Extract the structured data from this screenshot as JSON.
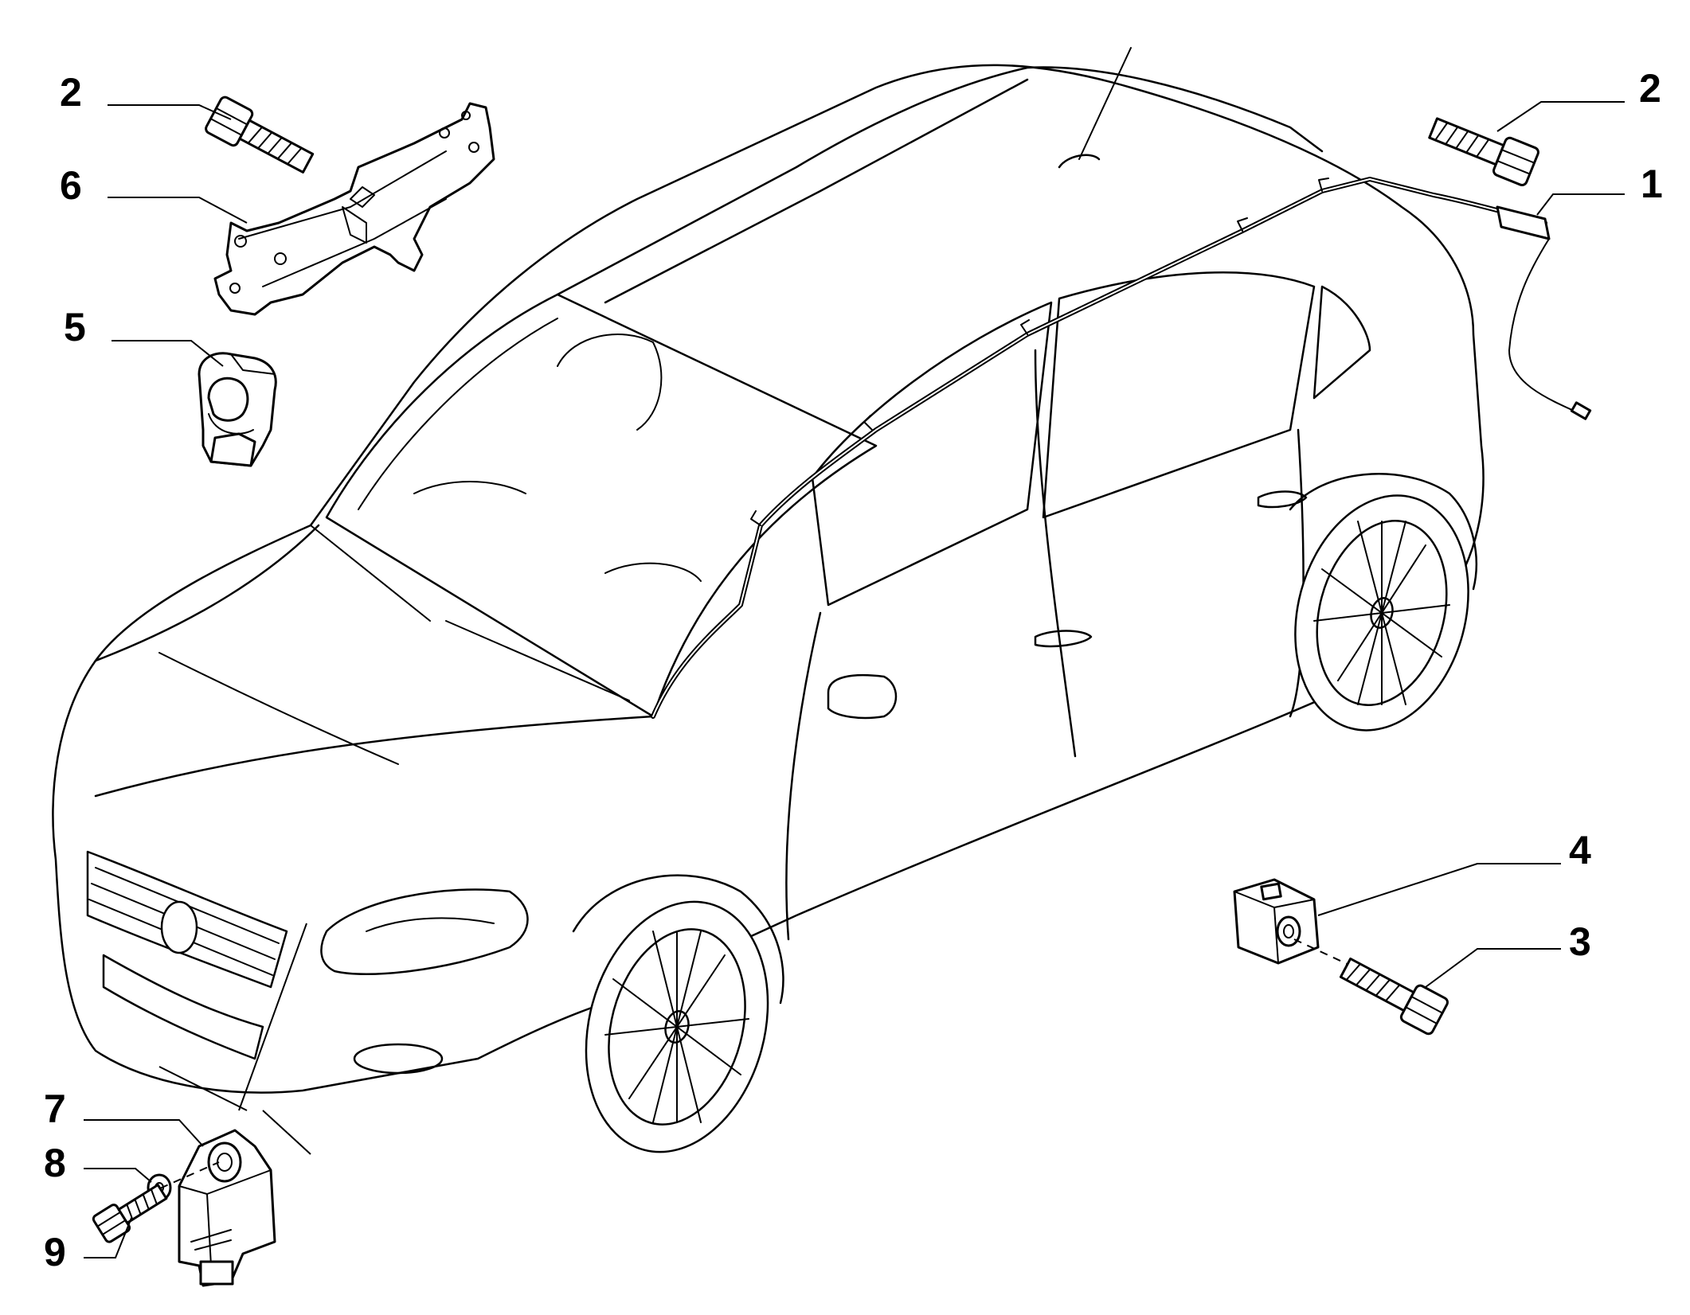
{
  "callouts": {
    "c1": "1",
    "c2_left": "2",
    "c2_right": "2",
    "c3": "3",
    "c4": "4",
    "c5": "5",
    "c6": "6",
    "c7": "7",
    "c8": "8",
    "c9": "9"
  },
  "icons": {
    "car": "car-illustration",
    "bolt": "bolt-icon",
    "bracket": "bracket-icon",
    "clip": "clip-icon",
    "sensor": "crash-sensor-icon",
    "airbag": "curtain-airbag-icon",
    "washer": "washer-icon"
  },
  "colors": {
    "line": "#000000",
    "background": "#ffffff"
  }
}
